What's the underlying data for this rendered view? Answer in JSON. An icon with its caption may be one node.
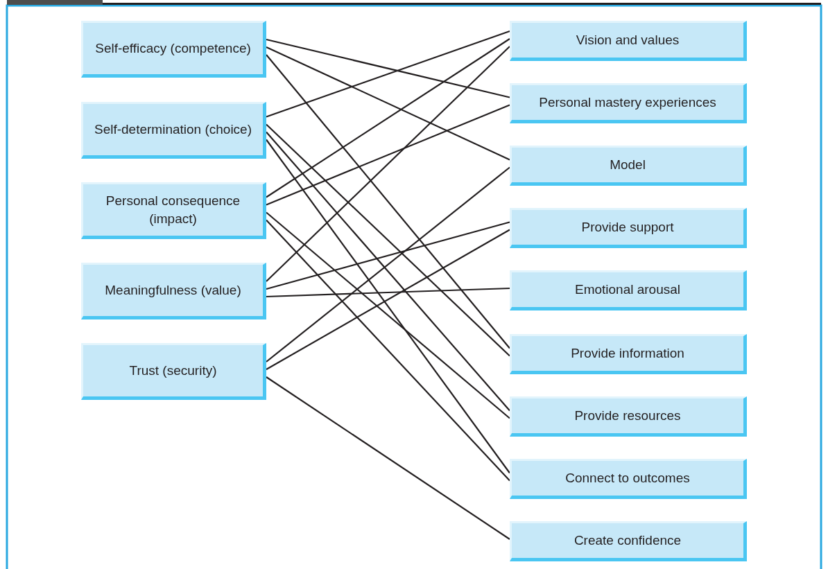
{
  "diagram": {
    "nodes": [
      {
        "text": [
          "Self-efficacy (competence)"
        ]
      },
      {
        "text": [
          "Self-determination (choice)"
        ]
      },
      {
        "text": [
          "Personal consequence (impact)"
        ]
      },
      {
        "text": [
          "Meaningfulness (value)"
        ]
      },
      {
        "text": [
          "Trust (security)"
        ]
      },
      {
        "text": [
          "Vision and values"
        ]
      },
      {
        "text": [
          "Personal mastery experiences"
        ]
      },
      {
        "text": [
          "Model"
        ]
      },
      {
        "text": [
          "Provide support"
        ]
      },
      {
        "text": [
          "Emotional arousal"
        ]
      },
      {
        "text": [
          "Provide information"
        ]
      },
      {
        "text": [
          "Provide resources"
        ]
      },
      {
        "text": [
          "Connect to outcomes"
        ]
      },
      {
        "text": [
          "Create confidence"
        ]
      }
    ],
    "edges": [
      {
        "from": 0,
        "to": 6,
        "arrow": "none"
      },
      {
        "from": 0,
        "to": 7,
        "arrow": "none"
      },
      {
        "from": 0,
        "to": 10,
        "arrow": "none"
      },
      {
        "from": 1,
        "to": 5,
        "arrow": "none"
      },
      {
        "from": 1,
        "to": 10,
        "arrow": "none"
      },
      {
        "from": 1,
        "to": 11,
        "arrow": "none"
      },
      {
        "from": 1,
        "to": 12,
        "arrow": "none"
      },
      {
        "from": 2,
        "to": 5,
        "arrow": "none"
      },
      {
        "from": 2,
        "to": 6,
        "arrow": "none"
      },
      {
        "from": 2,
        "to": 11,
        "arrow": "none"
      },
      {
        "from": 2,
        "to": 12,
        "arrow": "none"
      },
      {
        "from": 3,
        "to": 5,
        "arrow": "none"
      },
      {
        "from": 3,
        "to": 8,
        "arrow": "none"
      },
      {
        "from": 3,
        "to": 9,
        "arrow": "none"
      },
      {
        "from": 4,
        "to": 7,
        "arrow": "none"
      },
      {
        "from": 4,
        "to": 8,
        "arrow": "none"
      },
      {
        "from": 4,
        "to": 13,
        "arrow": "none"
      }
    ]
  }
}
